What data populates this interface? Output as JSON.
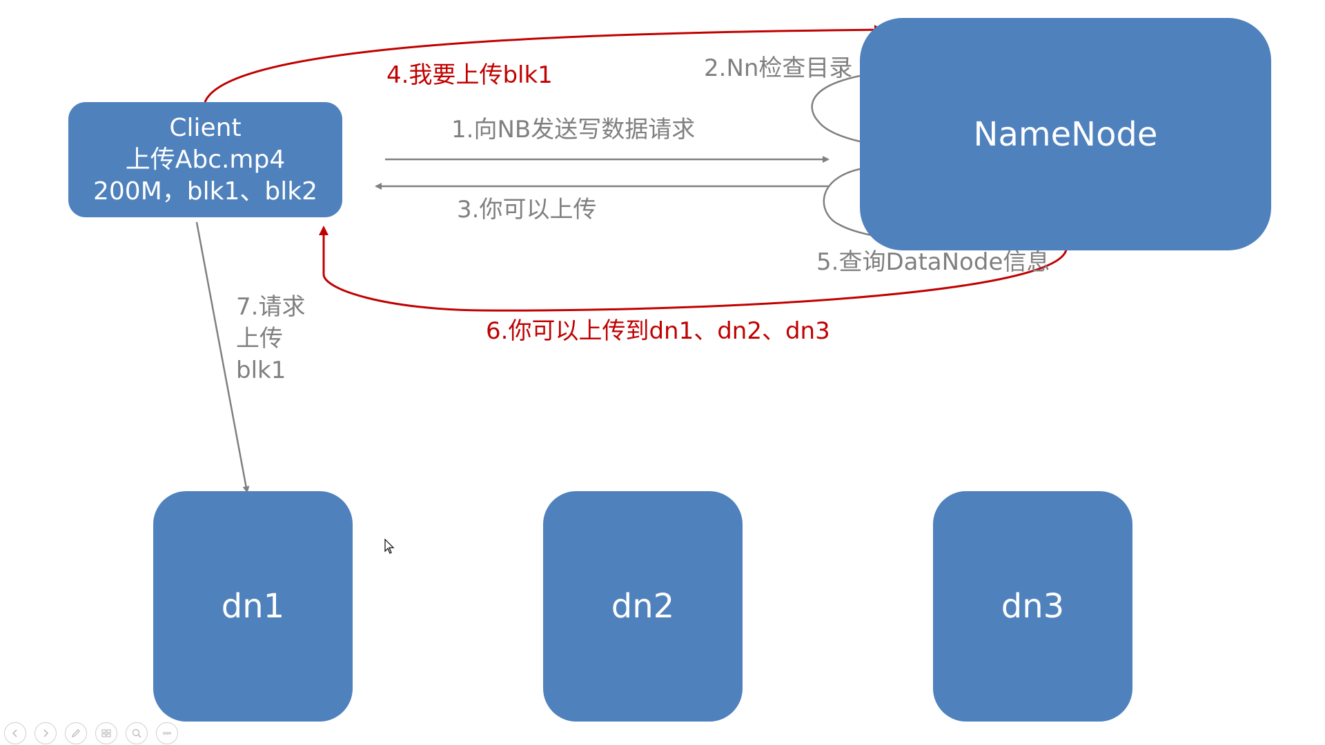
{
  "nodes": {
    "client": {
      "line1": "Client",
      "line2": "上传Abc.mp4",
      "line3": "200M，blk1、blk2"
    },
    "namenode": "NameNode",
    "dn1": "dn1",
    "dn2": "dn2",
    "dn3": "dn3"
  },
  "labels": {
    "step1": "1.向NB发送写数据请求",
    "step2": "2.Nn检查目录",
    "step3": "3.你可以上传",
    "step4": "4.我要上传blk1",
    "step5": "5.查询DataNode信息",
    "step6": "6.你可以上传到dn1、dn2、dn3",
    "step7_line1": "7.请求",
    "step7_line2": "上传",
    "step7_line3": "blk1"
  },
  "colors": {
    "box": "#4F81BD",
    "gray_arrow": "#7F7F7F",
    "red_arrow": "#C00000"
  },
  "toolbar": {
    "icons": [
      "prev-icon",
      "next-icon",
      "pen-icon",
      "slides-icon",
      "zoom-icon",
      "more-icon"
    ]
  }
}
